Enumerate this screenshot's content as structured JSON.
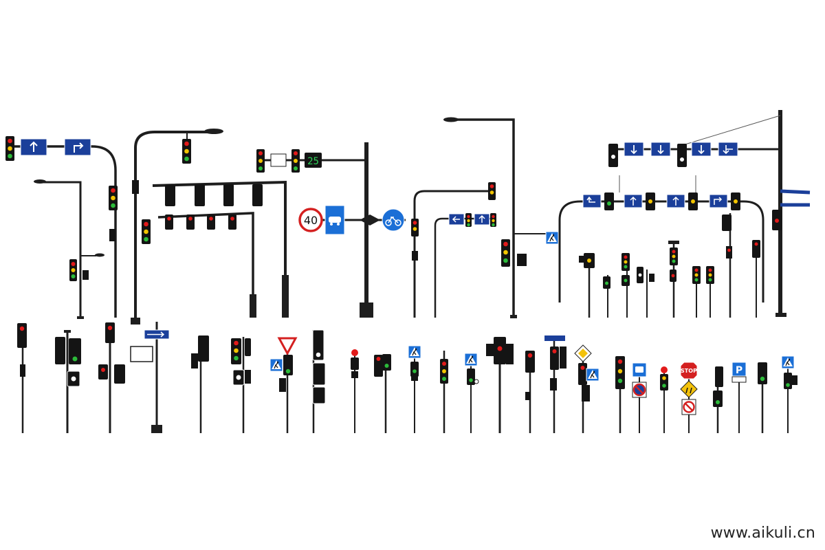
{
  "colors": {
    "pole": "#1e1e1e",
    "housing": "#141414",
    "red": "#e21b1b",
    "yellow": "#f2c400",
    "green": "#2cbb3a",
    "sign_blue": "#1b3f9a",
    "sign_red": "#d42020",
    "countdown": "#2fd35a",
    "white": "#ffffff",
    "diamond_yellow": "#f3c20c"
  },
  "signs": {
    "speed_limit": "40",
    "countdown": "25",
    "stop": "STOP",
    "parking": "P"
  },
  "icons": [
    "traffic-light",
    "arrow-up-sign",
    "arrow-turn-right-sign",
    "car-lane-sign",
    "bicycle-sign",
    "pedestrian-crossing-sign",
    "yield-sign",
    "priority-road-sign",
    "no-parking-sign",
    "school-crossing-sign",
    "bus-stop-sign",
    "street-lamp"
  ],
  "watermark": "www.aikuli.cn"
}
